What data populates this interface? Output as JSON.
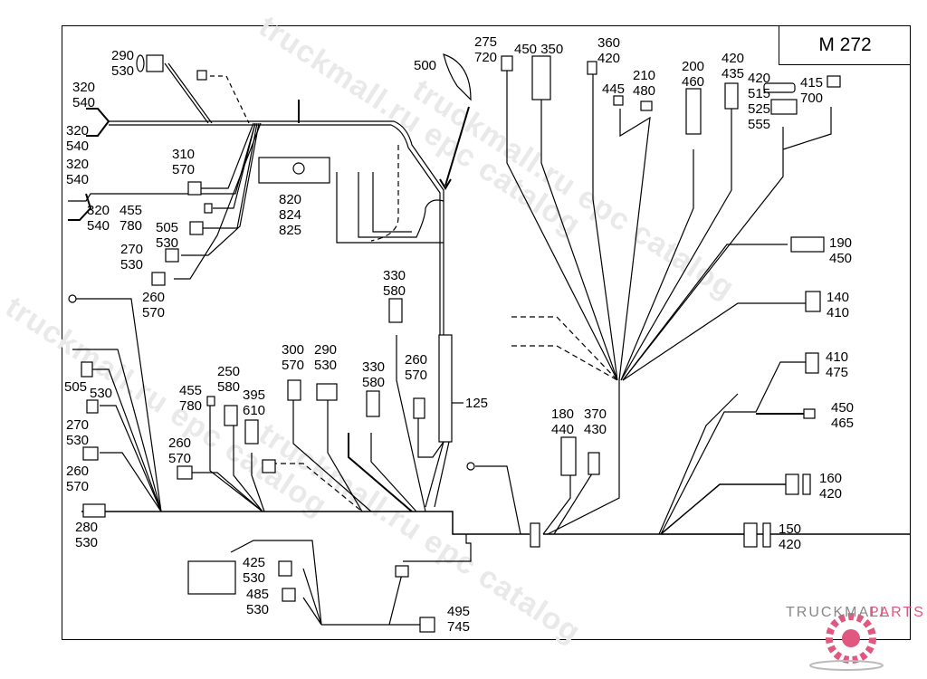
{
  "diagram": {
    "title": "M 272",
    "watermarks": [
      "truckmall.ru epc catalog",
      "truckmall.ru epc catalog",
      "truckmall.ru epc catalog",
      "truckmall.ru epc catalog"
    ],
    "logo": {
      "text_left": "TRUCKMALL",
      "text_right": "PARTS",
      "accent_color": "#e0577f",
      "gray_color": "#8a8a8a"
    },
    "labels": [
      {
        "id": "l1",
        "text": "290\n530"
      },
      {
        "id": "l2",
        "text": "320\n540"
      },
      {
        "id": "l3",
        "text": "320\n540"
      },
      {
        "id": "l4",
        "text": "320\n540"
      },
      {
        "id": "l5",
        "text": "320\n540"
      },
      {
        "id": "l6",
        "text": "310\n570"
      },
      {
        "id": "l7",
        "text": "455\n780"
      },
      {
        "id": "l8",
        "text": "505\n530"
      },
      {
        "id": "l9",
        "text": "270\n530"
      },
      {
        "id": "l10",
        "text": "260\n570"
      },
      {
        "id": "l11",
        "text": "820\n824\n825"
      },
      {
        "id": "l12",
        "text": "500"
      },
      {
        "id": "l13",
        "text": "275\n720"
      },
      {
        "id": "l14",
        "text": "450 350"
      },
      {
        "id": "l15",
        "text": "360\n420"
      },
      {
        "id": "l16",
        "text": "445"
      },
      {
        "id": "l17",
        "text": "210\n480"
      },
      {
        "id": "l18",
        "text": "200\n460"
      },
      {
        "id": "l19",
        "text": "420\n435"
      },
      {
        "id": "l20",
        "text": "420\n515\n525\n555"
      },
      {
        "id": "l21",
        "text": "415\n700"
      },
      {
        "id": "l22",
        "text": "190\n450"
      },
      {
        "id": "l23",
        "text": "140\n410"
      },
      {
        "id": "l24",
        "text": "410\n475"
      },
      {
        "id": "l25",
        "text": "450\n465"
      },
      {
        "id": "l26",
        "text": "160\n420"
      },
      {
        "id": "l27",
        "text": "150\n420"
      },
      {
        "id": "l28",
        "text": "330\n580"
      },
      {
        "id": "l29",
        "text": "300\n570"
      },
      {
        "id": "l30",
        "text": "290\n530"
      },
      {
        "id": "l31",
        "text": "330\n580"
      },
      {
        "id": "l32",
        "text": "260\n570"
      },
      {
        "id": "l33",
        "text": "125"
      },
      {
        "id": "l34",
        "text": "250\n580"
      },
      {
        "id": "l35",
        "text": "455\n780"
      },
      {
        "id": "l36",
        "text": "395\n610"
      },
      {
        "id": "l37",
        "text": "260\n570"
      },
      {
        "id": "l38",
        "text": "505"
      },
      {
        "id": "l39",
        "text": "530"
      },
      {
        "id": "l40",
        "text": "270\n530"
      },
      {
        "id": "l41",
        "text": "260\n570"
      },
      {
        "id": "l42",
        "text": "280\n530"
      },
      {
        "id": "l43",
        "text": "180\n440"
      },
      {
        "id": "l44",
        "text": "370\n430"
      },
      {
        "id": "l45",
        "text": "425\n530"
      },
      {
        "id": "l46",
        "text": "485\n530"
      },
      {
        "id": "l47",
        "text": "495\n745"
      }
    ]
  }
}
